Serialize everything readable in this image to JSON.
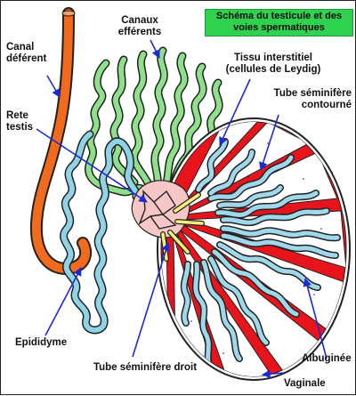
{
  "title": "Schéma du testicule et des voies spermatiques",
  "labels": {
    "canaux_efferents": "Canaux efférents",
    "canal_deferent": "Canal déférent",
    "rete_testis": "Rete testis",
    "tissu_interstitiel": "Tissu interstitiel (cellules de Leydig)",
    "tube_contourne": "Tube séminifère contourné",
    "epididyme": "Epididyme",
    "tube_droit": "Tube séminifère droit",
    "albuginee": "Albuginée",
    "vaginale": "Vaginale"
  },
  "colors": {
    "canal_deferent": "#f26a1b",
    "canaux_efferents": "#8ee08a",
    "epididyme": "#8fd3e6",
    "rete_testis": "#f7c6c6",
    "tube_droit": "#f6f07a",
    "septa": "#e8141c",
    "tubules": "#9fd8ea",
    "interstitium": "#ffffff",
    "arrows": "#1a2bd6",
    "title_bg": "#2fd24f"
  }
}
